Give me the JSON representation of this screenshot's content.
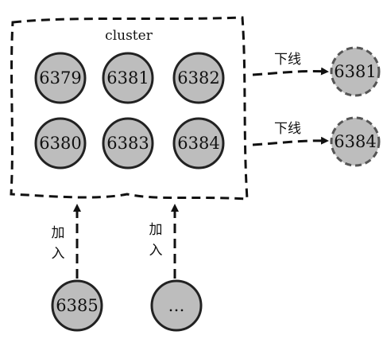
{
  "cluster": {
    "label": "cluster",
    "nodes": [
      {
        "id": "6379"
      },
      {
        "id": "6381"
      },
      {
        "id": "6382"
      },
      {
        "id": "6380"
      },
      {
        "id": "6383"
      },
      {
        "id": "6384"
      }
    ]
  },
  "offline": [
    {
      "id": "6381",
      "action": "下线"
    },
    {
      "id": "6384",
      "action": "下线"
    }
  ],
  "joining": [
    {
      "id": "6385",
      "action_line1": "加",
      "action_line2": "入"
    },
    {
      "id": "…",
      "action_line1": "加",
      "action_line2": "入"
    }
  ],
  "colors": {
    "node_fill": "#bdbdbd",
    "node_stroke": "#222222",
    "offline_stroke": "#555555",
    "line": "#111111"
  }
}
